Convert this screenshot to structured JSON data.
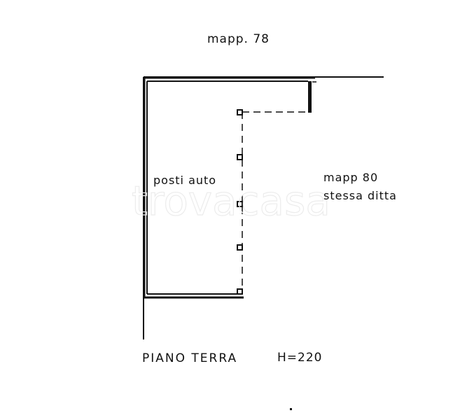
{
  "drawing": {
    "title": "PIANO TERRA",
    "height_label": "H=220",
    "labels": {
      "north_parcel": "mapp. 78",
      "room": "posti auto",
      "east_parcel_line1": "mapp 80",
      "east_parcel_line2": "stessa ditta"
    },
    "watermark": "trovacasa",
    "colors": {
      "ink": "#111111",
      "background": "#ffffff",
      "watermark": "#ececec"
    }
  }
}
